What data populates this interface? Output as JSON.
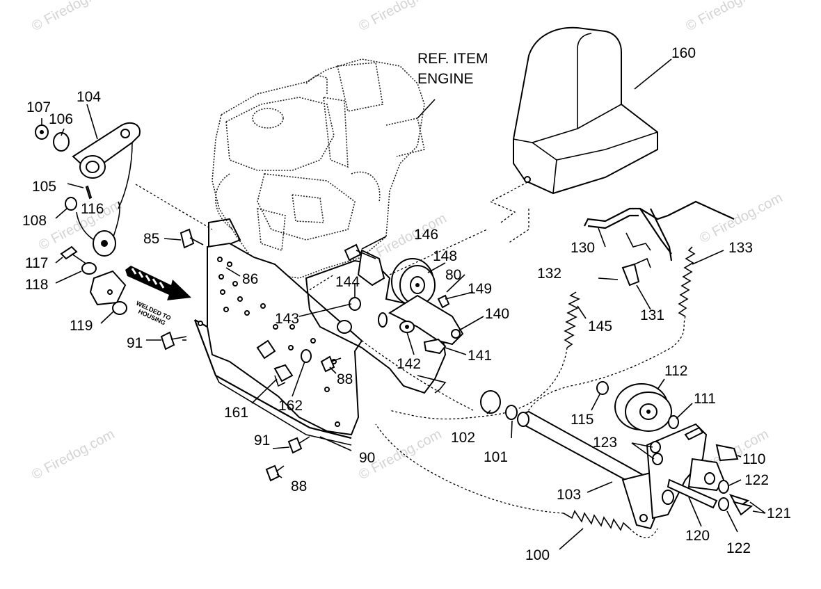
{
  "watermarks": [
    "© Firedog.com",
    "© Firedog.com",
    "© Firedog.com",
    "Firedog.com",
    "© Firedog.com",
    "© Firedog.com",
    "© Firedog.com",
    "© Firedog.com",
    "© Firedog.com"
  ],
  "notes": {
    "ref_item_line1": "REF. ITEM",
    "ref_item_line2": "ENGINE",
    "welded_line1": "WELDED TO",
    "welded_line2": "HOUSING"
  },
  "callouts": {
    "c85": "85",
    "c86": "86",
    "c88a": "88",
    "c88b": "88",
    "c90": "90",
    "c91a": "91",
    "c91b": "91",
    "c80": "80",
    "c100": "100",
    "c101": "101",
    "c102": "102",
    "c103": "103",
    "c104": "104",
    "c105": "105",
    "c106": "106",
    "c107": "107",
    "c108": "108",
    "c110": "110",
    "c111": "111",
    "c112": "112",
    "c115": "115",
    "c116": "116",
    "c117": "117",
    "c118": "118",
    "c119": "119",
    "c120": "120",
    "c121": "121",
    "c122a": "122",
    "c122b": "122",
    "c123": "123",
    "c130": "130",
    "c131": "131",
    "c132": "132",
    "c133": "133",
    "c140": "140",
    "c141": "141",
    "c142": "142",
    "c143": "143",
    "c144": "144",
    "c145": "145",
    "c146": "146",
    "c148": "148",
    "c149": "149",
    "c160": "160",
    "c161": "161",
    "c162": "162"
  }
}
